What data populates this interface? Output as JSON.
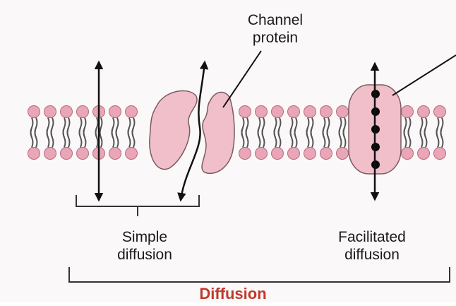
{
  "labels": {
    "channel_protein_line1": "Channel",
    "channel_protein_line2": "protein",
    "simple_line1": "Simple",
    "simple_line2": "diffusion",
    "facilitated_line1": "Facilitated",
    "facilitated_line2": "diffusion",
    "diffusion": "Diffusion"
  },
  "colors": {
    "background": "#ffffff",
    "background_faded_page": "#f3f0ef",
    "phospholipid_head": "#e8a6b6",
    "phospholipid_head_outline": "#b86a80",
    "phospholipid_tail": "#555555",
    "membrane_protein": "#f1bfc9",
    "membrane_protein_outline": "#7a5a60",
    "arrow": "#111111",
    "bracket": "#333333",
    "diffusion_title": "#c0392b",
    "solute_dots": "#0a0a0a"
  },
  "icons": {
    "simple_diffusion_arrow": "double-headed-vertical-arrow",
    "channel_arrow": "curved-double-headed-arrow",
    "carrier_arrow": "double-headed-vertical-arrow"
  },
  "carrier_protein": {
    "solute_dot_count": 5
  }
}
